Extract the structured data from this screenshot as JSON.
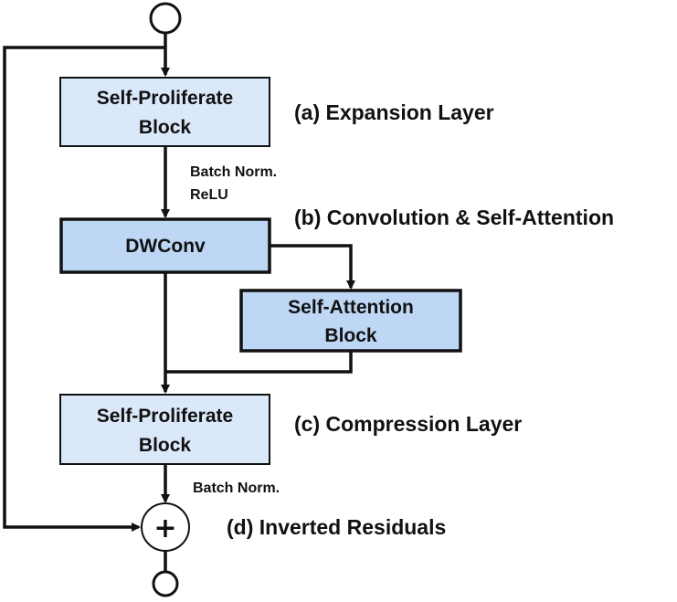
{
  "colors": {
    "light_box_fill": "#DAE8FA",
    "medium_box_fill": "#BDD7F5",
    "stroke": "#111111"
  },
  "blocks": {
    "expansion_block": {
      "line1": "Self-Proliferate",
      "line2": "Block"
    },
    "dwconv_block": {
      "label": "DWConv"
    },
    "attention_block": {
      "line1": "Self-Attention",
      "line2": "Block"
    },
    "compression_block": {
      "line1": "Self-Proliferate",
      "line2": "Block"
    }
  },
  "side_labels": {
    "expansion": "(a) Expansion Layer",
    "convolution": "(b) Convolution & Self-Attention",
    "compression": "(c) Compression Layer",
    "residual": "(d) Inverted Residuals"
  },
  "annotations": {
    "batch_norm_1": "Batch Norm.",
    "relu": "ReLU",
    "batch_norm_2": "Batch Norm."
  },
  "nodes": {
    "add_symbol": "+"
  }
}
